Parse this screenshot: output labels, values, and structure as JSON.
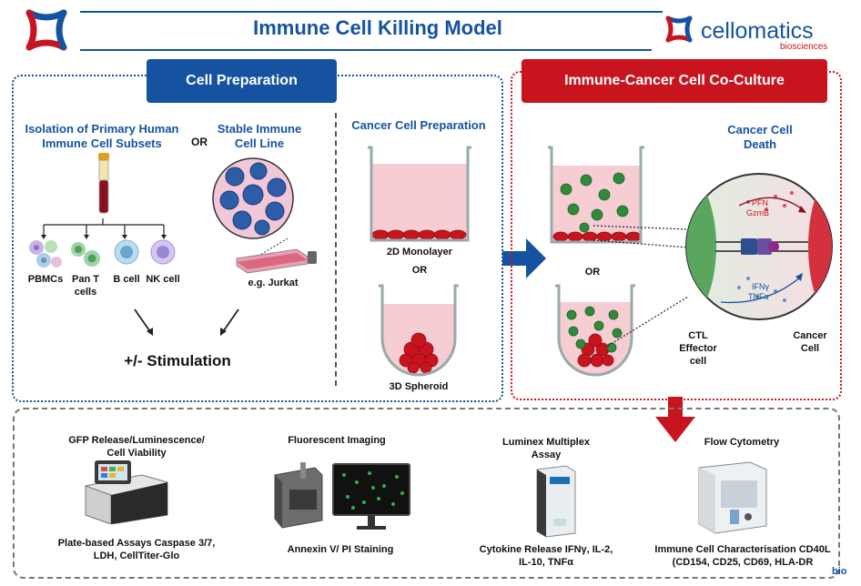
{
  "header": {
    "title": "Immune Cell Killing Model",
    "brand_name": "cellomatics",
    "brand_sub": "biosciences"
  },
  "prep": {
    "title": "Cell Preparation",
    "primary_title": "Isolation of Primary Human Immune Cell Subsets",
    "or1": "OR",
    "stable_title": "Stable Immune Cell Line",
    "cells": [
      "PBMCs",
      "Pan T cells",
      "B cell",
      "NK cell"
    ],
    "jurkat": "e.g. Jurkat",
    "stimulation": "+/- Stimulation",
    "cancer_title": "Cancer Cell Preparation",
    "monolayer": "2D Monolayer",
    "or2": "OR",
    "spheroid": "3D Spheroid"
  },
  "coculture": {
    "title": "Immune-Cancer Cell Co-Culture",
    "death": "Cancer Cell Death",
    "or": "OR",
    "pfn": "PFN",
    "gzmb": "GzmB",
    "ifng": "IFNγ",
    "tnfa": "TNFα",
    "ctl": "CTL Effector cell",
    "cancer": "Cancer Cell"
  },
  "assays": [
    {
      "title": "GFP Release/Luminescence/ Cell Viability",
      "caption": "Plate-based Assays Caspase 3/7, LDH, CellTiter-Glo"
    },
    {
      "title": "Fluorescent Imaging",
      "caption": "Annexin V/ PI Staining"
    },
    {
      "title": "Luminex Multiplex Assay",
      "caption": "Cytokine Release IFNγ, IL-2, IL-10, TNFα"
    },
    {
      "title": "Flow Cytometry",
      "caption": "Immune Cell Characterisation CD40L (CD154, CD25, CD69, HLA-DR"
    }
  ],
  "footer": {
    "watermark": "bio"
  },
  "colors": {
    "blue": "#1553a0",
    "red": "#c8141e",
    "pink": "#f5cdd3"
  }
}
